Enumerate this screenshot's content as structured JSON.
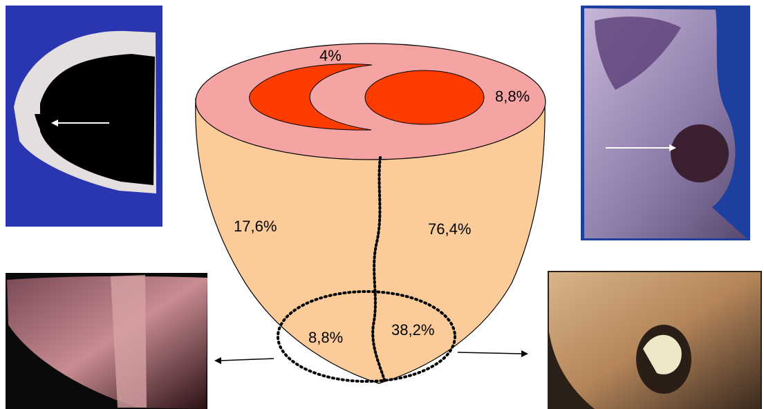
{
  "labels": {
    "ventricle_top": "4%",
    "atrium_right": "8,8%",
    "left_wall": "17,6%",
    "right_wall": "76,4%",
    "apex_left": "8,8%",
    "apex_right": "38,2%"
  },
  "colors": {
    "cap": "#f5a3a3",
    "body": "#fccb9a",
    "chamber": "#ff3c00",
    "photo_blue": "#2632a8"
  }
}
